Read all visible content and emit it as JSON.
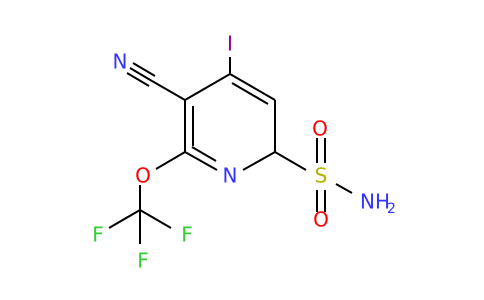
{
  "colors": {
    "bond": "#000000",
    "nitrogen": "#3333ff",
    "oxygen": "#ff0000",
    "fluorine": "#33cc33",
    "iodine": "#940094",
    "sulfur": "#b2b200"
  },
  "atoms": {
    "nitrile_n": "N",
    "iodine": "I",
    "ring_n": "N",
    "ether_o": "O",
    "fluorine_left": "F",
    "fluorine_right": "F",
    "fluorine_bottom": "F",
    "sulfur": "S",
    "sulfonyl_o_top": "O",
    "sulfonyl_o_bottom": "O",
    "amine_n": "NH",
    "amine_subscript": "2"
  }
}
